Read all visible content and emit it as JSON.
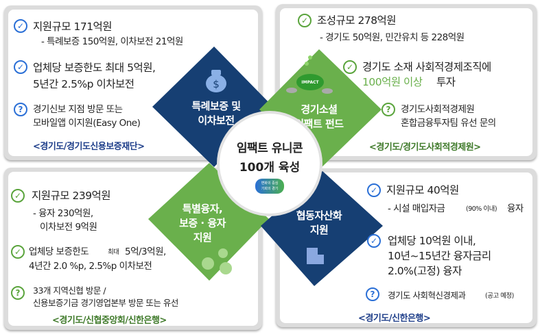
{
  "center": {
    "line1": "임팩트 유니콘",
    "line2": "100개 육성",
    "logo_line1": "변화의 중심",
    "logo_line2": "기회의 경기"
  },
  "quadrants": [
    {
      "title_line1": "특례보증  및",
      "title_line2": "이차보전",
      "items": [
        "지원규모 171억원",
        "- 특례보증 150억원, 이차보전 21억원",
        "업체당  보증한도  최대 5억원,",
        "5년간 2.5%p 이차보전",
        "경기신보 지점 방문 또는",
        "모바일앱 이지원(Easy One)"
      ],
      "source": "<경기도/경기도신용보증재단>"
    },
    {
      "title_line1": "경기소셜",
      "title_line2": "임팩트 펀드",
      "badge": "IMPACT",
      "items": [
        "조성규모 278억원",
        "- 경기도 50억원, 민간유치 등 228억원",
        "경기도 소재 사회적경제조직에",
        "100억원 이상",
        "투자",
        "경기도사회적경제원",
        "혼합금융투자팀 유선 문의"
      ],
      "source": "<경기도/경기도사회적경제원>"
    },
    {
      "title_line1": "특별융자,",
      "title_line2": "보증 · 융자",
      "title_line3": "지원",
      "items": [
        "지원규모 239억원",
        "- 융자 230억원,",
        "이차보전 9억원",
        "업체당 보증한도",
        "최대",
        "5억/3억원,",
        "4년간 2.0 %p, 2.5%p 이차보전",
        "33개 지역신협 방문 /",
        "신용보증기금 경기영업본부 방문 또는 유선"
      ],
      "source": "<경기도/신협중앙회/신한은행>"
    },
    {
      "title_line1": "협동자산화",
      "title_line2": "지원",
      "items": [
        "지원규모 40억원",
        "- 시설 매입자금",
        "(90% 이내)",
        "융자",
        "업체당 10억원 이내,",
        "10년~15년간 융자금리",
        "2.0%(고정) 융자",
        "경기도 사회혁신경제과",
        "(공고 예정)"
      ],
      "source": "<경기도/신한은행>"
    }
  ],
  "icons": {
    "check": "✓",
    "question": "?"
  },
  "colors": {
    "navy": "#163f73",
    "green": "#6ab04c",
    "blue": "#2a6fd6",
    "source_blue": "#1f3f8a",
    "source_green": "#3f7a2a"
  }
}
